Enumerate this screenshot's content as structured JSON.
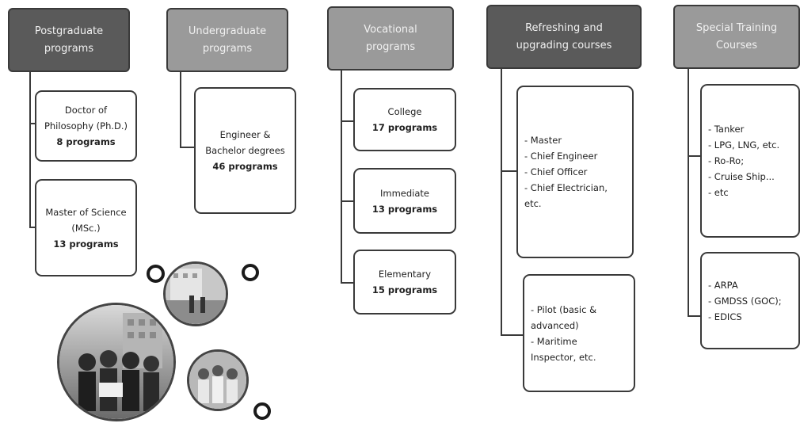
{
  "columns": [
    {
      "header": "Postgraduate\nprograms",
      "items": [
        {
          "name": "Doctor of\nPhilosophy (Ph.D.)",
          "count": "8 programs"
        },
        {
          "name": "Master of Science\n(MSc.)",
          "count": "13 programs"
        }
      ]
    },
    {
      "header": "Undergraduate\nprograms",
      "items": [
        {
          "name": "Engineer &\nBachelor degrees",
          "count": "46 programs"
        }
      ]
    },
    {
      "header": "Vocational\nprograms",
      "items": [
        {
          "name": "College",
          "count": "17 programs"
        },
        {
          "name": "Immediate",
          "count": "13 programs"
        },
        {
          "name": "Elementary",
          "count": "15 programs"
        }
      ]
    },
    {
      "header": "Refreshing and\nupgrading courses",
      "lists": [
        [
          "- Master",
          "- Chief Engineer",
          "- Chief Officer",
          "- Chief Electrician,\netc."
        ],
        [
          "- Pilot (basic &\nadvanced)",
          "- Maritime\nInspector, etc."
        ]
      ]
    },
    {
      "header": "Special Training\nCourses",
      "lists": [
        [
          "- Tanker",
          "- LPG, LNG, etc.",
          "- Ro-Ro;",
          "- Cruise Ship...",
          "- etc"
        ],
        [
          "- ARPA",
          "- GMDSS (GOC);",
          "- EDICS"
        ]
      ]
    }
  ],
  "colors": {
    "header_dark": "#5a5a5a",
    "header_light": "#9a9a9a",
    "border": "#3a3a3a"
  }
}
